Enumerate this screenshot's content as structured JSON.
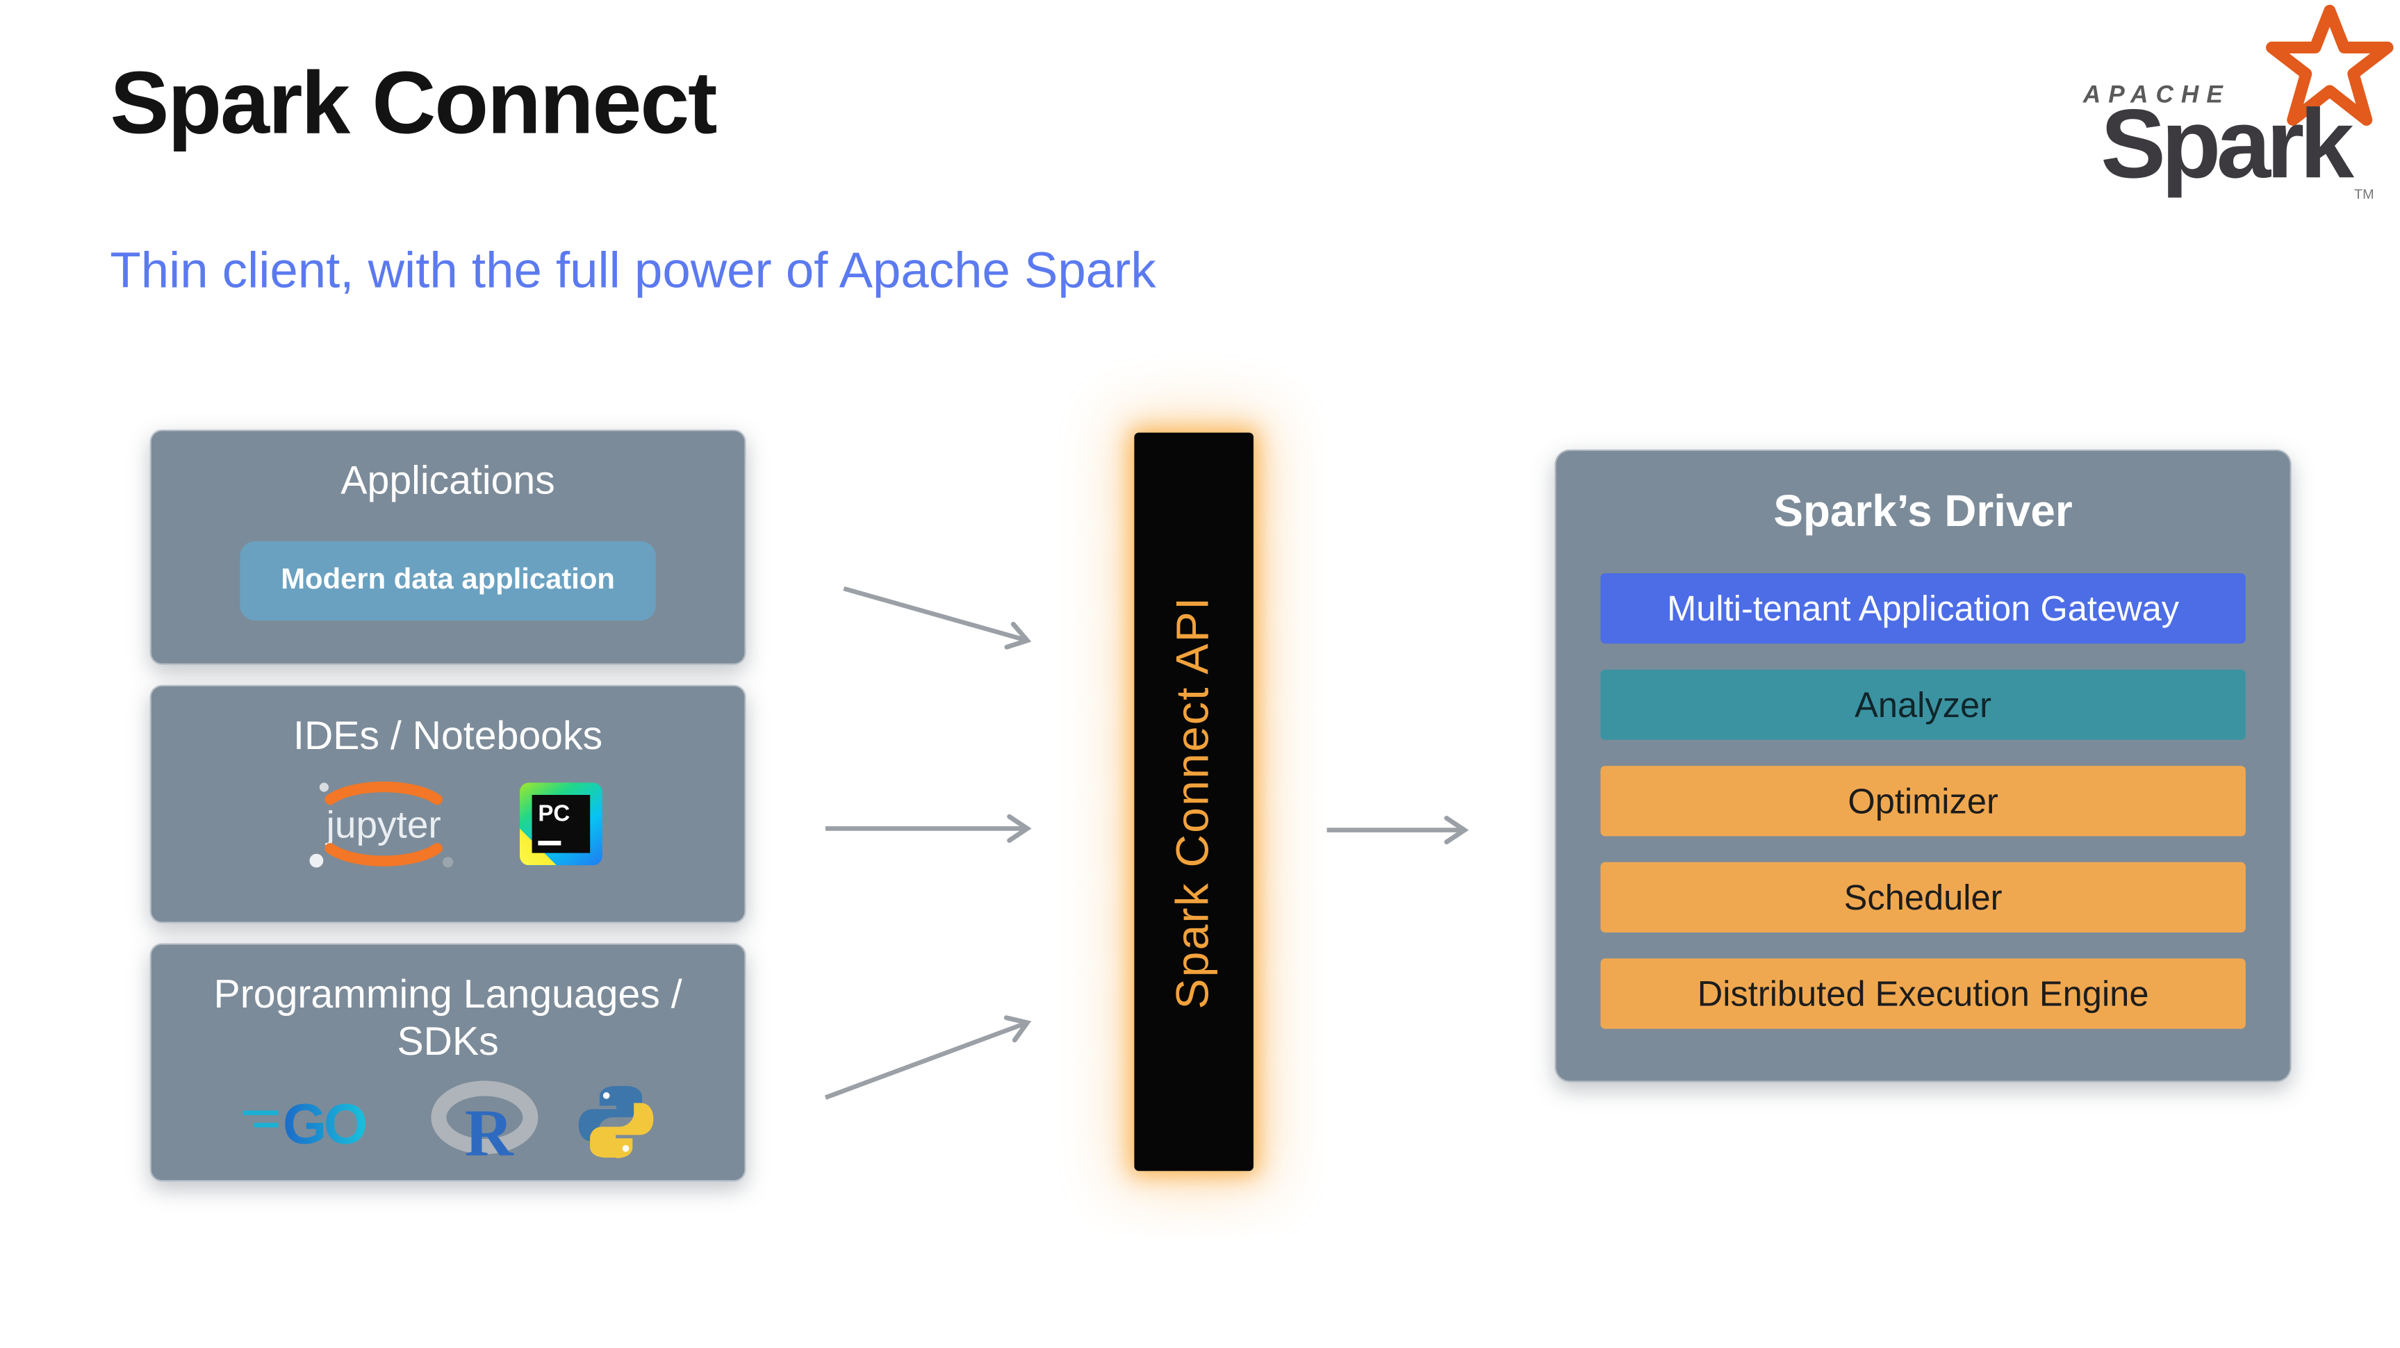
{
  "slide": {
    "title": "Spark Connect",
    "subtitle": "Thin client, with the full power of Apache Spark"
  },
  "logo": {
    "apache_label": "APACHE",
    "spark_label": "Spark",
    "tm_label": "TM"
  },
  "sources": {
    "applications": {
      "title": "Applications",
      "chip_label": "Modern data application"
    },
    "ides": {
      "title": "IDEs / Notebooks",
      "jupyter_label": "jupyter",
      "pycharm_label": "PC"
    },
    "languages": {
      "title": "Programming Languages / SDKs",
      "go_label": "GO",
      "r_label": "R"
    }
  },
  "connector": {
    "label": "Spark Connect API",
    "background": "#060606",
    "glow_color": "#f9a83a",
    "text_color": "#f2a23c"
  },
  "driver": {
    "title": "Spark’s Driver",
    "layers": [
      {
        "label": "Multi-tenant Application Gateway",
        "color": "#4c6de6",
        "text_color": "#ffffff"
      },
      {
        "label": "Analyzer",
        "color": "#3b93a2",
        "text_color": "#10262b"
      },
      {
        "label": "Optimizer",
        "color": "#f0a850",
        "text_color": "#1c1c1c"
      },
      {
        "label": "Scheduler",
        "color": "#f0a850",
        "text_color": "#1c1c1c"
      },
      {
        "label": "Distributed Execution Engine",
        "color": "#f0a850",
        "text_color": "#1c1c1c"
      }
    ]
  },
  "icons": [
    "spark-star-icon",
    "jupyter-icon",
    "pycharm-icon",
    "go-icon",
    "r-icon",
    "python-icon",
    "arrow-icon"
  ],
  "colors": {
    "panel": "#7c8b99",
    "chip": "#6aa1c0",
    "title_text": "#131313",
    "subtitle_text": "#5b7af0",
    "arrow": "#9aa0a6",
    "spark_star_orange": "#e25a1c",
    "jupyter_orange": "#f37726"
  }
}
